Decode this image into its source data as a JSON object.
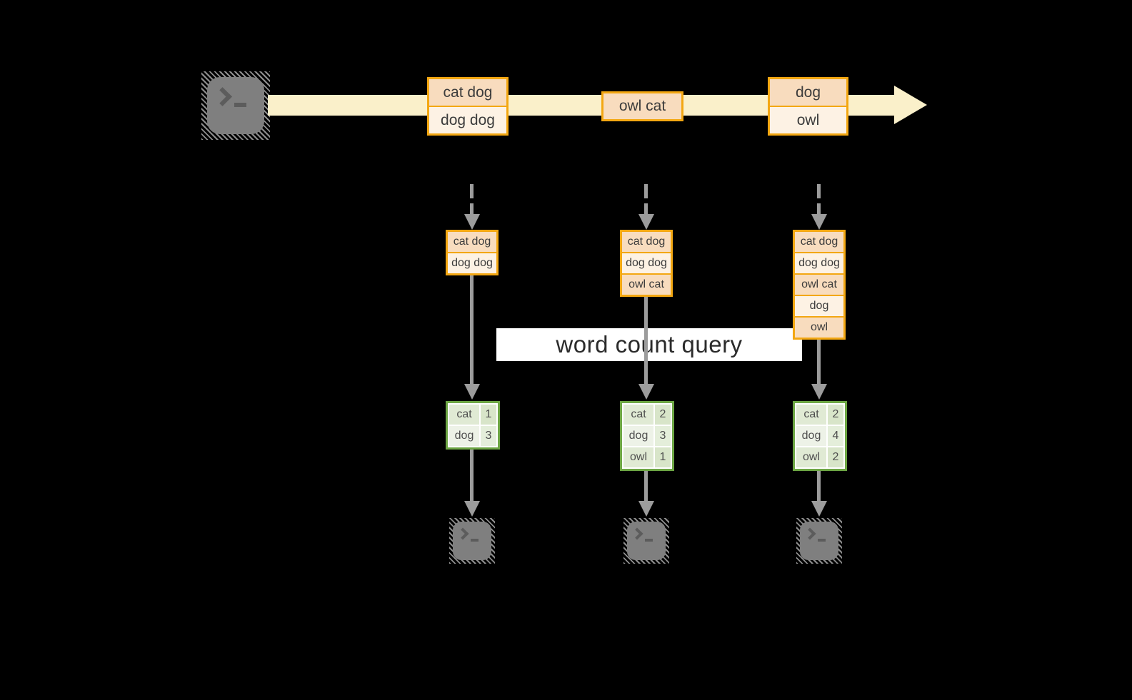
{
  "diagram": {
    "description_visible_text_only": true,
    "query": {
      "label": "word count query"
    },
    "stream": {
      "source": {
        "icon": "terminal-icon"
      },
      "batches": [
        {
          "rows": [
            {
              "text": "cat dog"
            },
            {
              "text": "dog dog"
            }
          ]
        },
        {
          "rows": [
            {
              "text": "owl cat"
            }
          ]
        },
        {
          "rows": [
            {
              "text": "dog"
            },
            {
              "text": "owl"
            }
          ]
        }
      ]
    },
    "columns": [
      {
        "accumulated": [
          "cat dog",
          "dog dog"
        ],
        "counts": [
          {
            "word": "cat",
            "value": "1"
          },
          {
            "word": "dog",
            "value": "3"
          }
        ],
        "sink": {
          "icon": "terminal-icon"
        }
      },
      {
        "accumulated": [
          "cat dog",
          "dog dog",
          "owl cat"
        ],
        "counts": [
          {
            "word": "cat",
            "value": "2"
          },
          {
            "word": "dog",
            "value": "3"
          },
          {
            "word": "owl",
            "value": "1"
          }
        ],
        "sink": {
          "icon": "terminal-icon"
        }
      },
      {
        "accumulated": [
          "cat dog",
          "dog dog",
          "owl cat",
          "dog",
          "owl"
        ],
        "counts": [
          {
            "word": "cat",
            "value": "2"
          },
          {
            "word": "dog",
            "value": "4"
          },
          {
            "word": "owl",
            "value": "2"
          }
        ],
        "sink": {
          "icon": "terminal-icon"
        }
      }
    ],
    "colors": {
      "background": "#000000",
      "stream_arrow": "#FAF0CA",
      "box_border_orange": "#F3A712",
      "box_fill_peach": "#F8DCBE",
      "box_fill_cream": "#FDF2E4",
      "table_border_green": "#6DA644",
      "table_cell_green_dark": "#DFE9D3",
      "table_cell_green_light": "#EDF2E7",
      "arrow_gray": "#9C9C9C",
      "terminal_gray": "#7F7F7F",
      "query_box_bg": "#FFFFFF",
      "text_dark": "#3C3C3C"
    }
  }
}
